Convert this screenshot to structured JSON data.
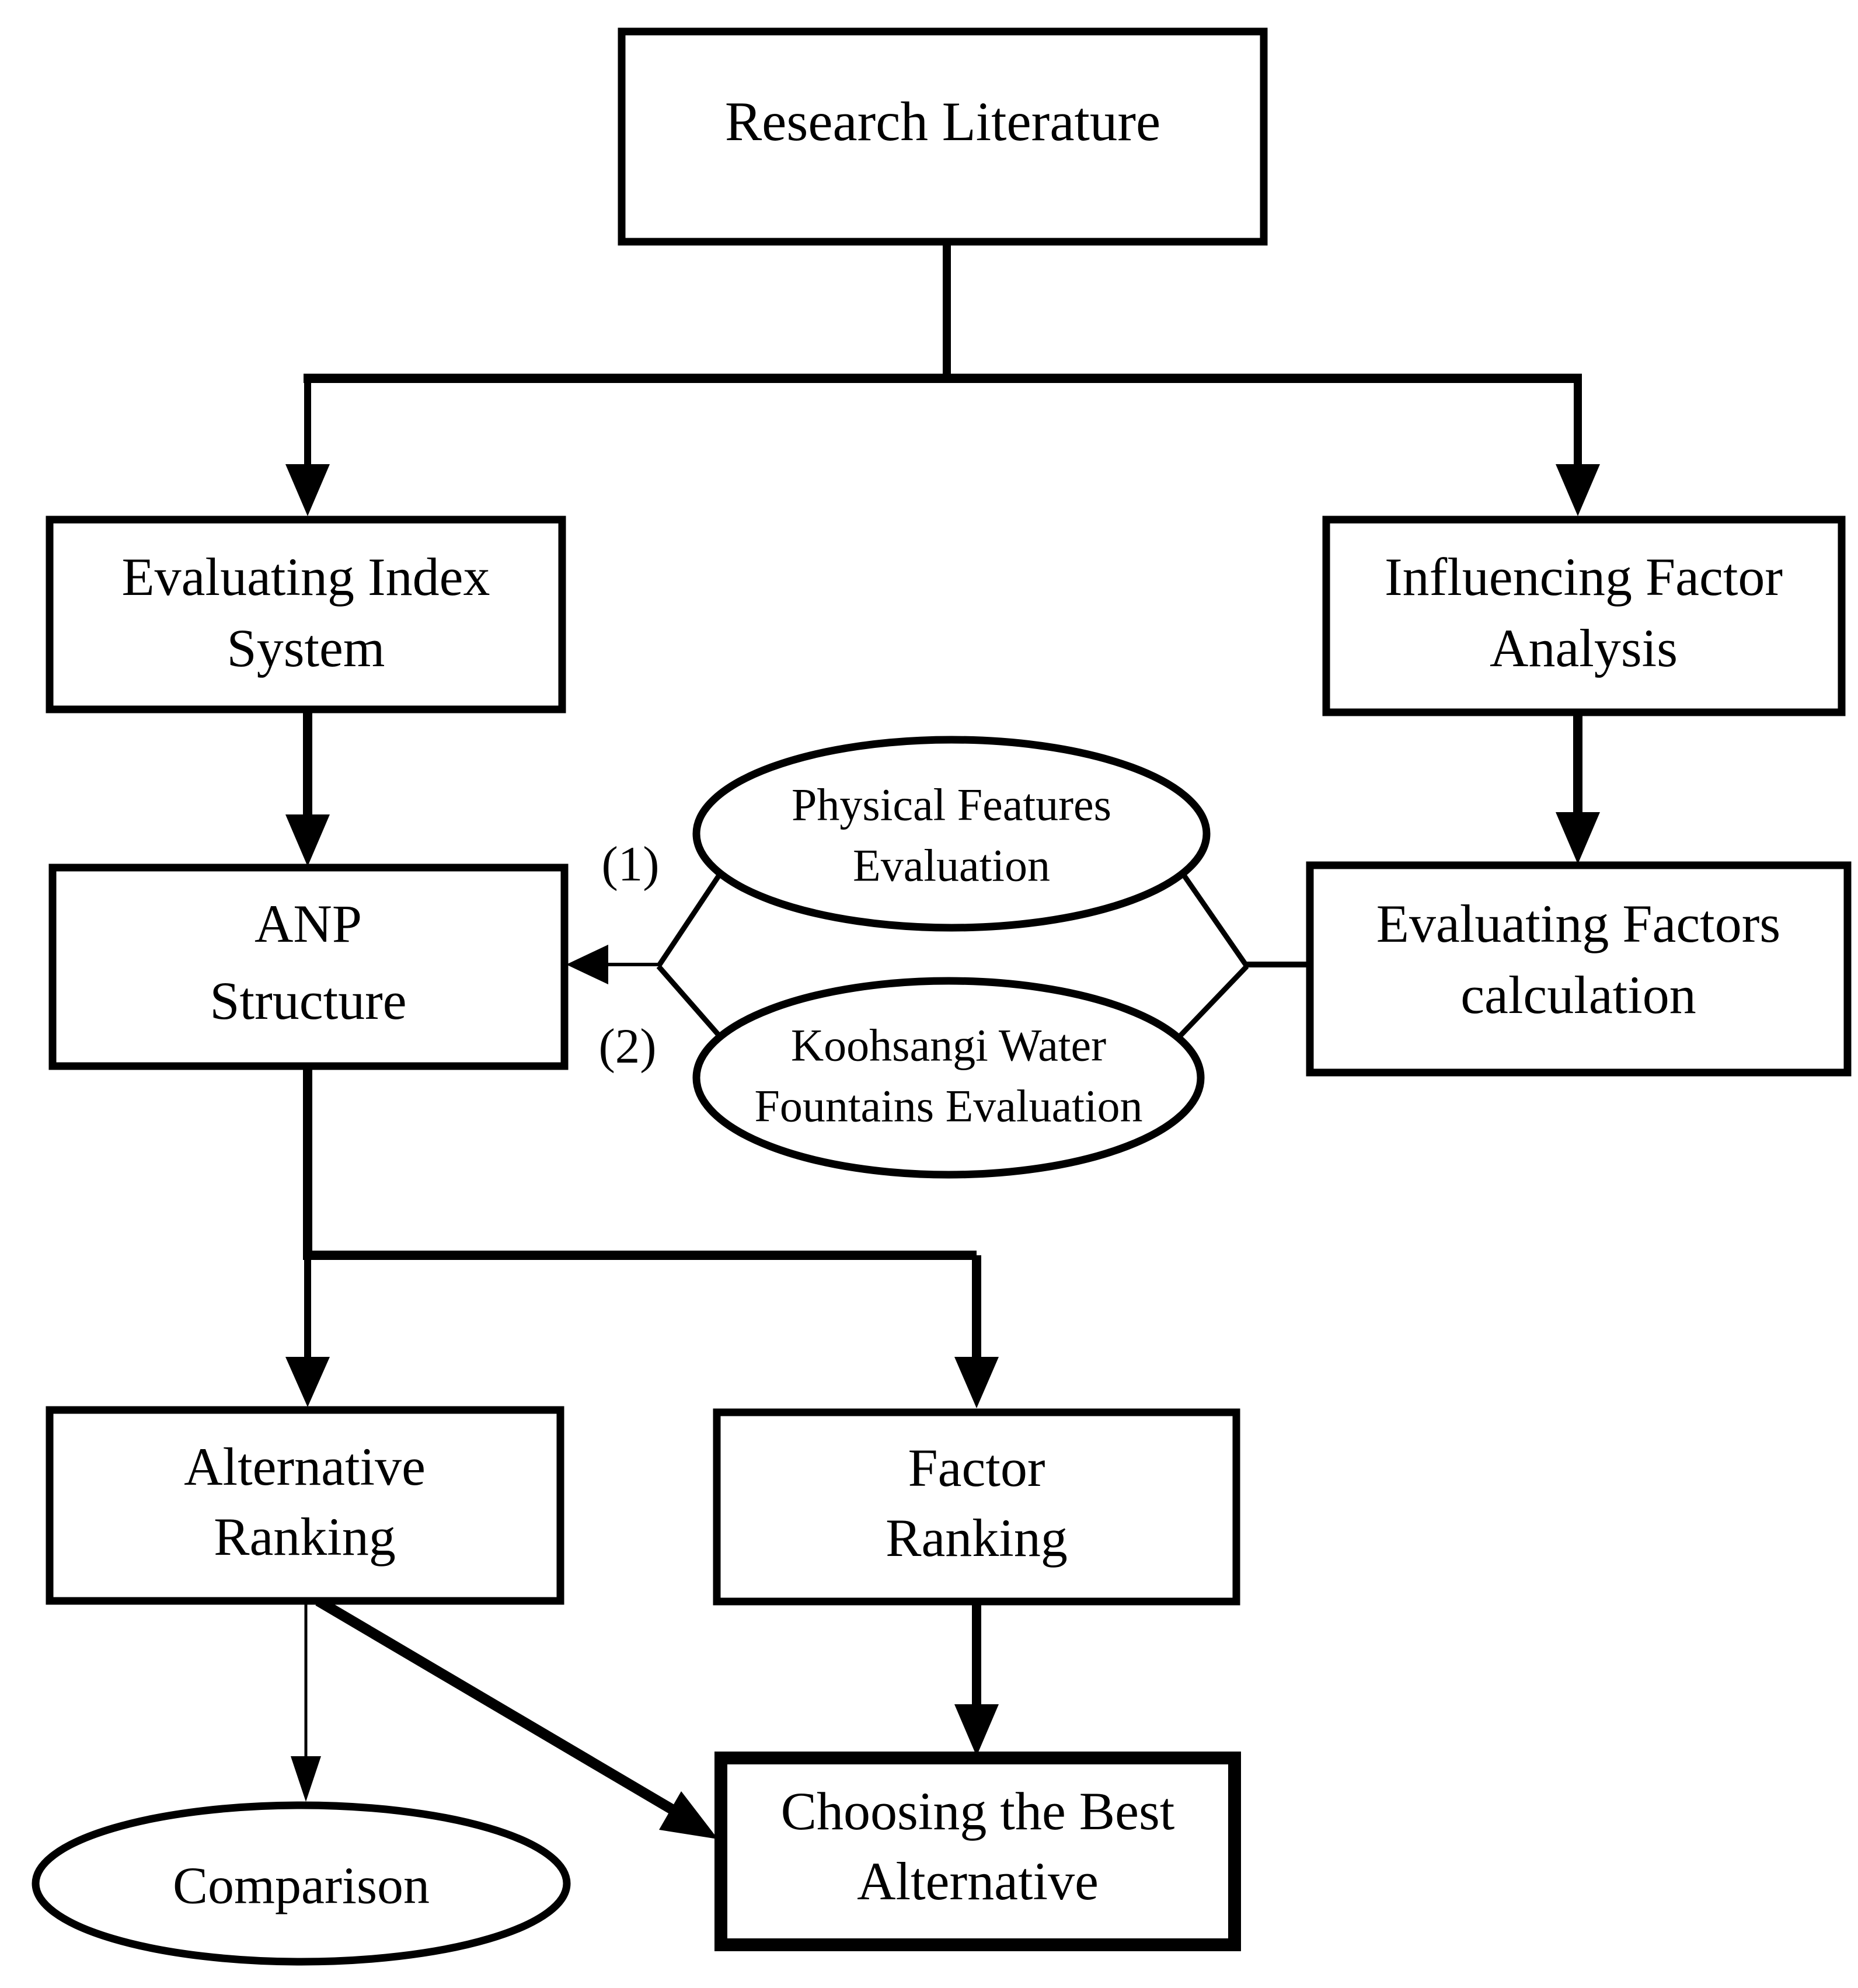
{
  "page": {
    "background": "#ffffff",
    "line_color": "#000000"
  },
  "nodes": {
    "research_literature": {
      "label": "Research Literature"
    },
    "evaluating_index_system": {
      "line1": "Evaluating Index",
      "line2": "System"
    },
    "influencing_factor_analysis": {
      "line1": "Influencing Factor",
      "line2": "Analysis"
    },
    "anp_structure": {
      "line1": "ANP",
      "line2": "Structure"
    },
    "evaluating_factors_calculation": {
      "line1": "Evaluating Factors",
      "line2": "calculation"
    },
    "physical_features_evaluation": {
      "line1": "Physical Features",
      "line2": "Evaluation"
    },
    "koohsangi_water_fountains_evaluation": {
      "line1": "Koohsangi Water",
      "line2": "Fountains Evaluation"
    },
    "alternative_ranking": {
      "line1": "Alternative",
      "line2": "Ranking"
    },
    "factor_ranking": {
      "line1": "Factor",
      "line2": "Ranking"
    },
    "choosing_best_alternative": {
      "line1": "Choosing the Best",
      "line2": "Alternative"
    },
    "comparison": {
      "label": "Comparison"
    }
  },
  "annotations": {
    "path1": "(1)",
    "path2": "(2)"
  }
}
